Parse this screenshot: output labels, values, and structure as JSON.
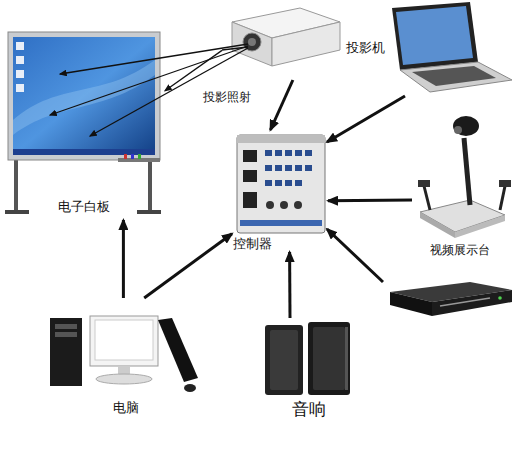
{
  "diagram": {
    "nodes": [
      {
        "text": [
          "投影机"
        ]
      },
      {
        "text": [
          "电子白板"
        ]
      },
      {
        "text": [
          "控制器"
        ]
      },
      {
        "text": [
          "视频展示台"
        ]
      },
      {
        "text": [
          "电脑"
        ]
      },
      {
        "text": [
          "音响"
        ]
      }
    ],
    "edges": [
      {
        "from": 0,
        "to": 1,
        "arrow": "to",
        "label": "投影照射"
      },
      {
        "from": 0,
        "to": 2,
        "arrow": "to"
      },
      {
        "from": 3,
        "to": 2,
        "arrow": "to"
      },
      {
        "from": 4,
        "to": 1,
        "arrow": "to"
      },
      {
        "from": 4,
        "to": 2,
        "arrow": "to"
      },
      {
        "from": 5,
        "to": 2,
        "arrow": "to"
      }
    ]
  }
}
